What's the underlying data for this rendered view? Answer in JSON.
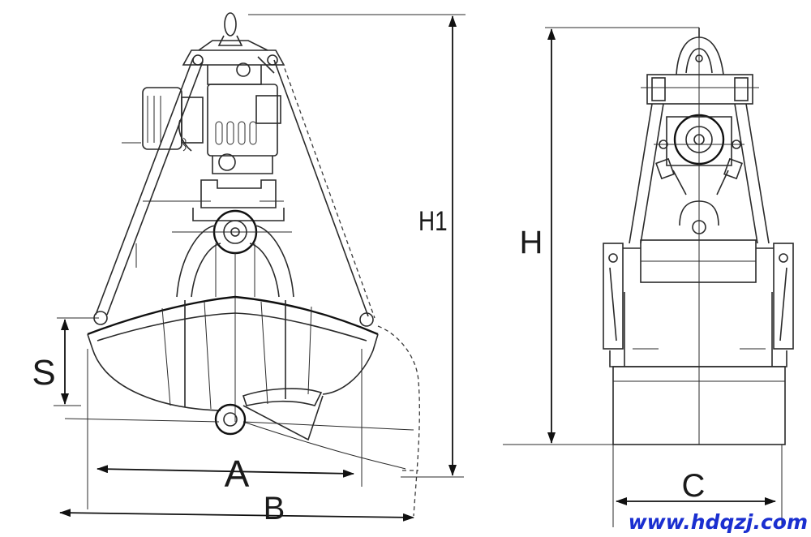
{
  "labels": {
    "h1": "H1",
    "h": "H",
    "s": "S",
    "a": "A",
    "b": "B",
    "c": "C"
  },
  "watermark": {
    "text": "www.hdqzj.com",
    "color": "#1a2fd0"
  },
  "colors": {
    "line": "#2a2a2a",
    "background": "#ffffff"
  }
}
